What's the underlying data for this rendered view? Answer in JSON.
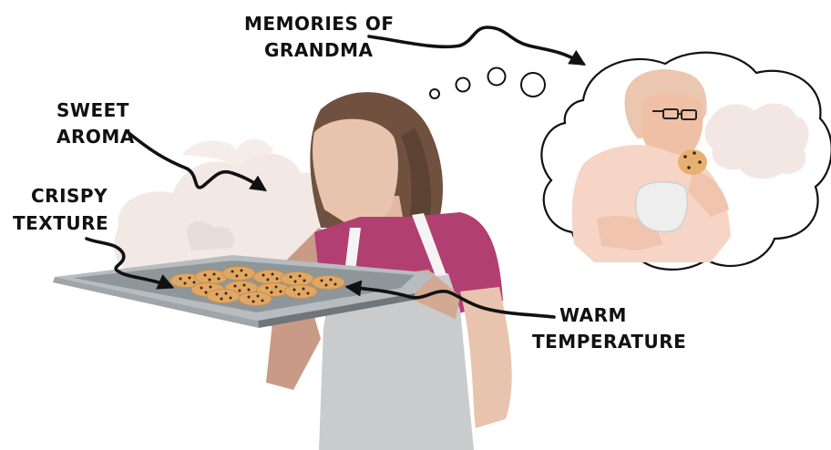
{
  "labels": {
    "memories_line1": "MEMORIES OF",
    "memories_line2": "GRANDMA",
    "aroma_line1": "SWEET",
    "aroma_line2": "AROMA",
    "crispy_line1": "CRISPY",
    "crispy_line2": "TEXTURE",
    "warm_line1": "WARM",
    "warm_line2": "TEMPERATURE"
  },
  "colors": {
    "skin": "#e8c3ad",
    "hair": "#70513f",
    "shirt": "#b23f72",
    "apron": "#c9cbcd",
    "tray": "#8f969a",
    "cookie": "#e0a864",
    "chip": "#3b2618",
    "steam": "#f1e5e1",
    "grandma_skin": "#f1c4ae",
    "grandma_shirt": "#f6d5c7"
  }
}
